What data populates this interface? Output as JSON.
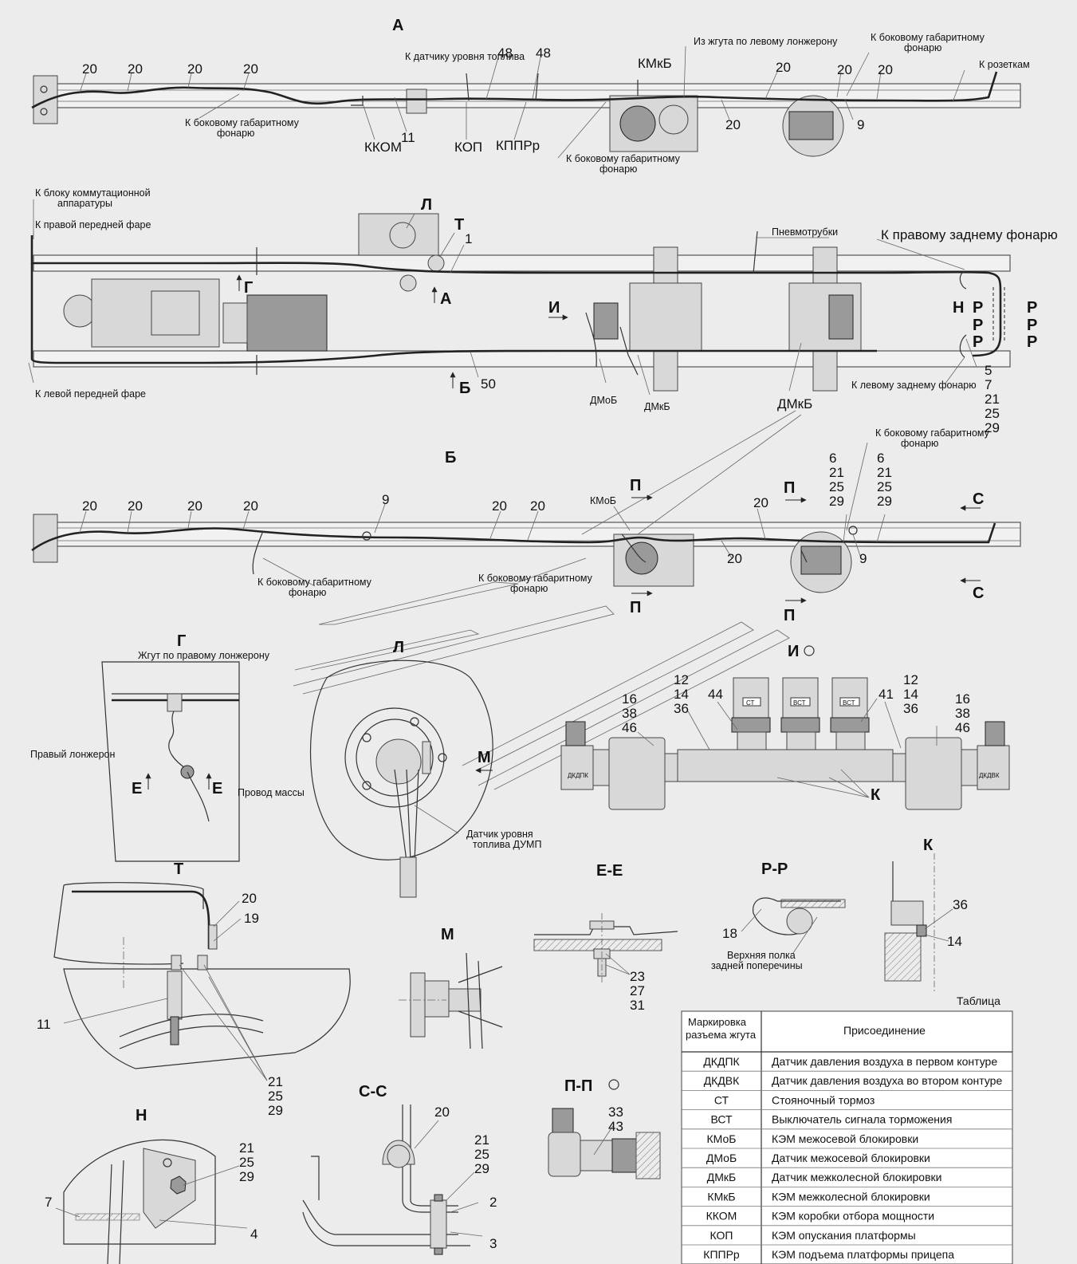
{
  "views": {
    "A": "А",
    "B": "Б",
    "G": "Г",
    "L": "Л",
    "I": "И",
    "T": "Т",
    "M": "М",
    "EE": "Е-Е",
    "RR": "Р-Р",
    "K": "К",
    "N": "Н",
    "SS": "С-С",
    "PP": "П-П"
  },
  "view_a": {
    "callouts": [
      "20",
      "20",
      "20",
      "20",
      "48",
      "48",
      "20",
      "20",
      "20",
      "20",
      "9",
      "11"
    ],
    "conn": [
      "ККОМ",
      "КОП",
      "КППРр",
      "КМкБ"
    ],
    "notes": {
      "fuel": "К датчику уровня топлива",
      "left_harness": "Из жгута по левому лонжерону",
      "side_light_1": "К боковому габаритному",
      "side_light_1b": "фонарю",
      "side_light_2": "К боковому габаритному",
      "side_light_2b": "фонарю",
      "side_light_3": "К боковому габаритному",
      "side_light_3b": "фонарю",
      "sockets": "К розеткам"
    }
  },
  "plan": {
    "notes": {
      "block": "К блоку коммутационной",
      "block_b": "аппаратуры",
      "right_head": "К правой передней фаре",
      "left_head": "К левой передней фаре",
      "pneumo": "Пневмотрубки",
      "right_rear": "К правому заднему фонарю",
      "left_rear": "К левому заднему фонарю"
    },
    "marks": {
      "L": "Л",
      "T": "Т",
      "one": "1",
      "G": "Г",
      "A": "А",
      "I": "И",
      "B": "Б",
      "fifty": "50",
      "dmob": "ДМоБ",
      "dmkb1": "ДМкБ",
      "dmkb2": "ДМкБ",
      "N": "Н",
      "R": "Р"
    },
    "stack": [
      "5",
      "7",
      "21",
      "25",
      "29"
    ]
  },
  "view_b": {
    "callouts": [
      "20",
      "20",
      "20",
      "20",
      "9",
      "20",
      "20",
      "20",
      "20",
      "9"
    ],
    "stack1": [
      "6",
      "21",
      "25",
      "29"
    ],
    "stack2": [
      "6",
      "21",
      "25",
      "29"
    ],
    "kmob": "КМоБ",
    "P": "П",
    "S": "С",
    "notes": {
      "side_a": "К боковому габаритному",
      "side_ab": "фонарю",
      "side_b": "К боковому габаритному",
      "side_bb": "фонарю",
      "side_c": "К боковому габаритному",
      "side_cb": "фонарю"
    }
  },
  "detail_g": {
    "harness": "Жгут по правому лонжерону",
    "spar": "Правый лонжерон",
    "ground": "Провод массы",
    "E": "Е"
  },
  "detail_l": {
    "sensor1": "Датчик уровня",
    "sensor2": "топлива ДУМП",
    "M": "М"
  },
  "detail_i": {
    "left_stack": [
      "16",
      "38",
      "46"
    ],
    "mid_stack": [
      "12",
      "14",
      "36"
    ],
    "mid2": "44",
    "right_stack1": [
      "12",
      "14",
      "36"
    ],
    "right_stack2": [
      "16",
      "38",
      "46"
    ],
    "n41": "41",
    "K": "К",
    "tags": [
      "СТ",
      "ВСТ",
      "ВСТ"
    ],
    "dkdpk": "ДКДПК",
    "dkdvk": "ДКДВК"
  },
  "detail_t": {
    "n20": "20",
    "n19": "19",
    "n11": "11",
    "stack": [
      "21",
      "25",
      "29"
    ]
  },
  "detail_ee": {
    "stack": [
      "23",
      "27",
      "31"
    ]
  },
  "detail_rr": {
    "n18": "18",
    "note1": "Верхняя полка",
    "note2": "задней поперечины"
  },
  "detail_k": {
    "n36": "36",
    "n14": "14"
  },
  "detail_n": {
    "stack": [
      "21",
      "25",
      "29"
    ],
    "n7": "7",
    "n4": "4"
  },
  "detail_ss": {
    "n20": "20",
    "stack": [
      "21",
      "25",
      "29"
    ],
    "n2": "2",
    "n3": "3"
  },
  "detail_pp": {
    "stack": [
      "33",
      "43"
    ]
  },
  "table": {
    "caption": "Таблица",
    "head_col1a": "Маркировка",
    "head_col1b": "разъема жгута",
    "head_col2": "Присоединение",
    "rows": [
      [
        "ДКДПК",
        "Датчик давления воздуха в первом контуре"
      ],
      [
        "ДКДВК",
        "Датчик давления воздуха во втором контуре"
      ],
      [
        "СТ",
        "Стояночный тормоз"
      ],
      [
        "ВСТ",
        "Выключатель сигнала торможения"
      ],
      [
        "КМоБ",
        "КЭМ межосевой блокировки"
      ],
      [
        "ДМоБ",
        "Датчик межосевой блокировки"
      ],
      [
        "ДМкБ",
        "Датчик межколесной блокировки"
      ],
      [
        "КМкБ",
        "КЭМ межколесной блокировки"
      ],
      [
        "ККОМ",
        "КЭМ коробки отбора мощности"
      ],
      [
        "КОП",
        "КЭМ опускания платформы"
      ],
      [
        "КППРр",
        "КЭМ подъема платформы прицепа"
      ]
    ]
  }
}
